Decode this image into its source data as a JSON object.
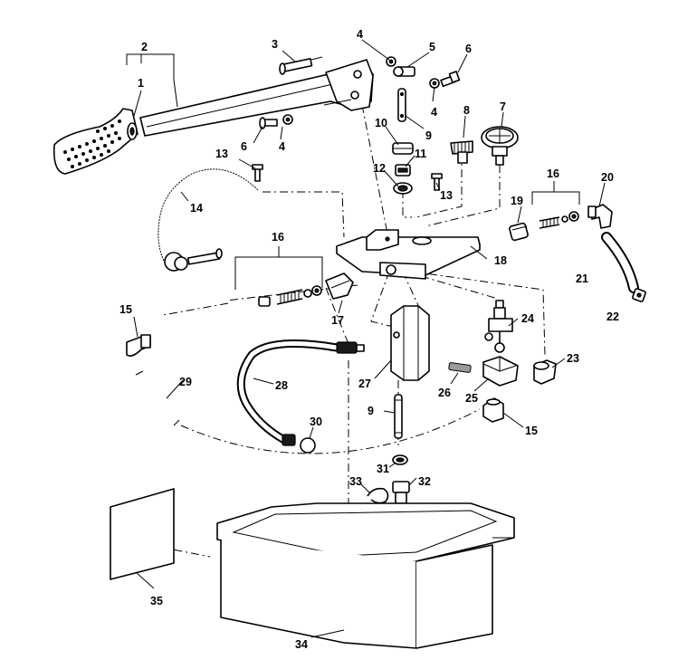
{
  "callouts": [
    {
      "id": "c1",
      "text": "1"
    },
    {
      "id": "c2",
      "text": "2"
    },
    {
      "id": "c3",
      "text": "3"
    },
    {
      "id": "c4a",
      "text": "4"
    },
    {
      "id": "c4b",
      "text": "4"
    },
    {
      "id": "c4c",
      "text": "4"
    },
    {
      "id": "c5",
      "text": "5"
    },
    {
      "id": "c6a",
      "text": "6"
    },
    {
      "id": "c6b",
      "text": "6"
    },
    {
      "id": "c7",
      "text": "7"
    },
    {
      "id": "c8",
      "text": "8"
    },
    {
      "id": "c9a",
      "text": "9"
    },
    {
      "id": "c9b",
      "text": "9"
    },
    {
      "id": "c10",
      "text": "10"
    },
    {
      "id": "c11",
      "text": "11"
    },
    {
      "id": "c12",
      "text": "12"
    },
    {
      "id": "c13a",
      "text": "13"
    },
    {
      "id": "c13b",
      "text": "13"
    },
    {
      "id": "c14",
      "text": "14"
    },
    {
      "id": "c15a",
      "text": "15"
    },
    {
      "id": "c15b",
      "text": "15"
    },
    {
      "id": "c16a",
      "text": "16"
    },
    {
      "id": "c16b",
      "text": "16"
    },
    {
      "id": "c17",
      "text": "17"
    },
    {
      "id": "c18",
      "text": "18"
    },
    {
      "id": "c19",
      "text": "19"
    },
    {
      "id": "c20",
      "text": "20"
    },
    {
      "id": "c21",
      "text": "21"
    },
    {
      "id": "c22",
      "text": "22"
    },
    {
      "id": "c23",
      "text": "23"
    },
    {
      "id": "c24",
      "text": "24"
    },
    {
      "id": "c25",
      "text": "25"
    },
    {
      "id": "c26",
      "text": "26"
    },
    {
      "id": "c27",
      "text": "27"
    },
    {
      "id": "c28",
      "text": "28"
    },
    {
      "id": "c29",
      "text": "29"
    },
    {
      "id": "c30",
      "text": "30"
    },
    {
      "id": "c31",
      "text": "31"
    },
    {
      "id": "c32",
      "text": "32"
    },
    {
      "id": "c33",
      "text": "33"
    },
    {
      "id": "c34",
      "text": "34"
    },
    {
      "id": "c35",
      "text": "35"
    }
  ]
}
